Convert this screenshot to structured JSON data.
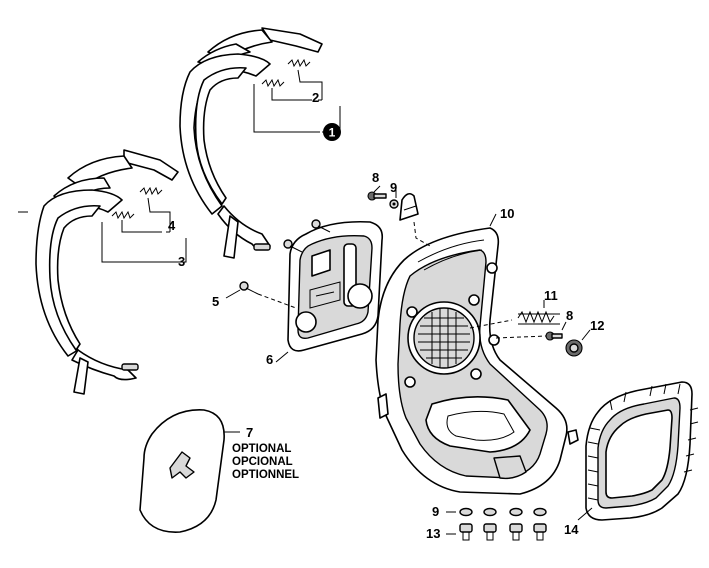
{
  "callouts": {
    "c1": "1",
    "c2": "2",
    "c3": "3",
    "c4": "4",
    "c5": "5",
    "c6": "6",
    "c7": "7",
    "c8a": "8",
    "c8b": "8",
    "c9a": "9",
    "c9b": "9",
    "c10": "10",
    "c11": "11",
    "c12": "12",
    "c13": "13",
    "c14": "14"
  },
  "optional_note": {
    "line1": "OPTIONAL",
    "line2": "OPCIONAL",
    "line3": "OPTIONNEL"
  },
  "colors": {
    "line": "#000000",
    "background": "#ffffff",
    "badge": "#000000"
  },
  "icons": {
    "badge": "filled-circle-number"
  }
}
